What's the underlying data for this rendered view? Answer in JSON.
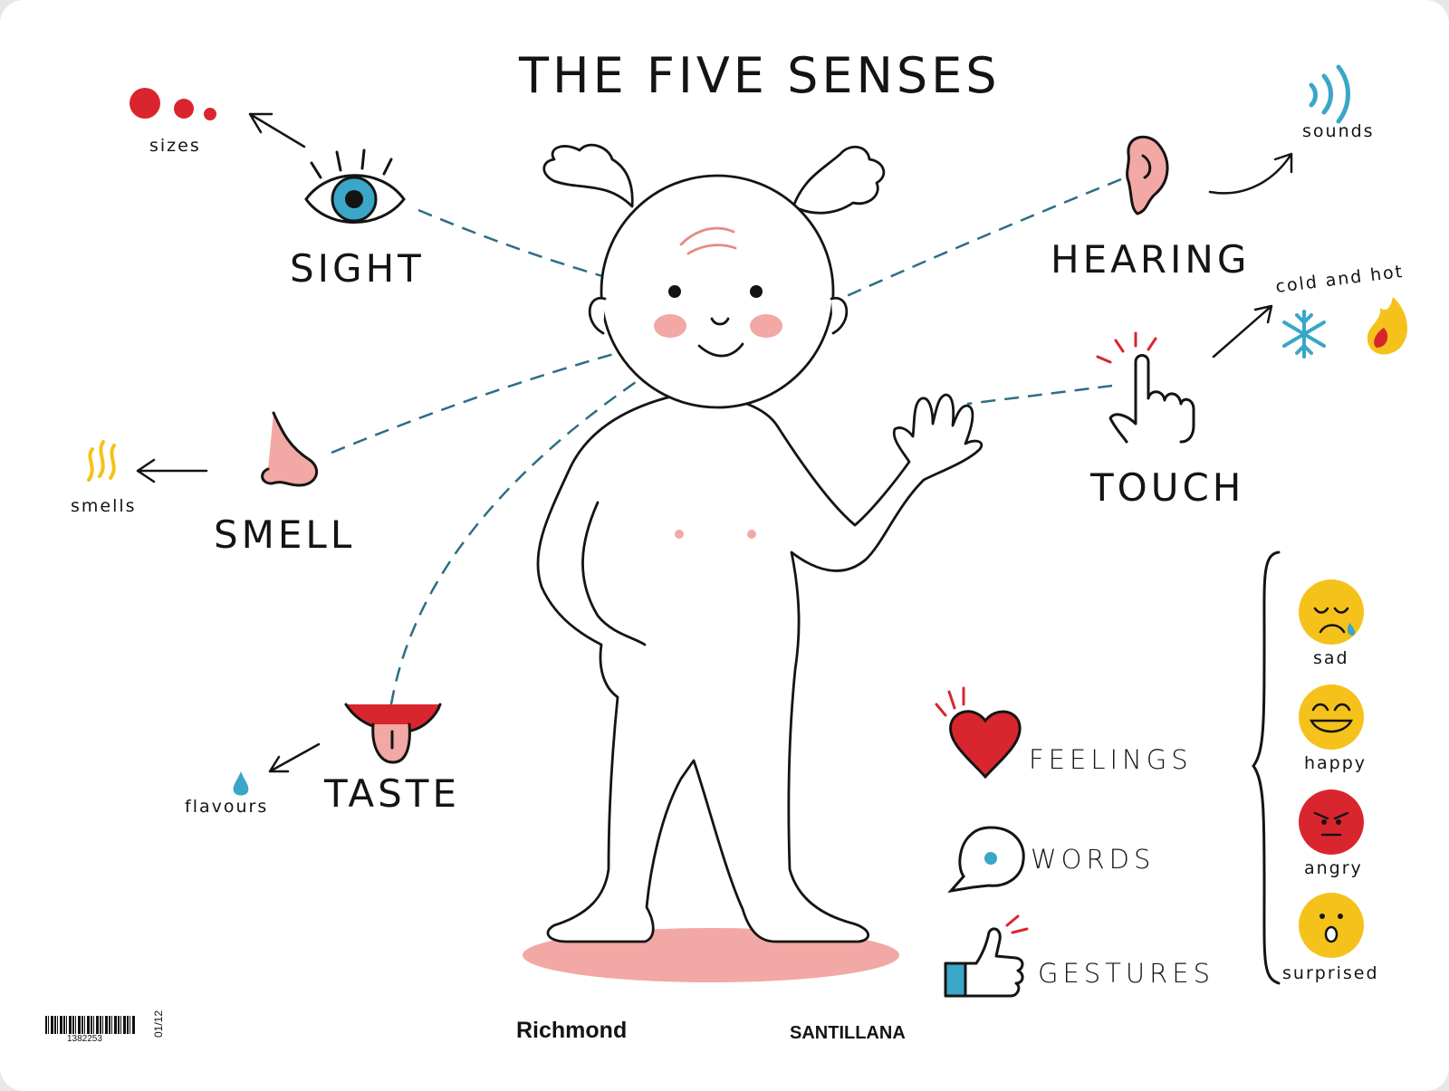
{
  "title": "THE FIVE SENSES",
  "senses": {
    "sight": {
      "label": "SIGHT",
      "detail": "sizes"
    },
    "hearing": {
      "label": "HEARING",
      "detail": "sounds"
    },
    "smell": {
      "label": "SMELL",
      "detail": "smells"
    },
    "touch": {
      "label": "TOUCH",
      "detail": "cold and hot"
    },
    "taste": {
      "label": "TASTE",
      "detail": "flavours"
    }
  },
  "expression": {
    "feelings": "FEELINGS",
    "words": "WORDS",
    "gestures": "GESTURES"
  },
  "emotions": [
    "sad",
    "happy",
    "angry",
    "surprised"
  ],
  "footer": {
    "publisher1": "Richmond",
    "publisher2": "SANTILLANA",
    "barcode_number": "1382253",
    "edition": "01/12"
  },
  "colors": {
    "outline": "#141414",
    "skin_shade": "#f2a8a4",
    "red": "#d9262e",
    "blue": "#3aa6c8",
    "yellow": "#f5c21b",
    "dashed_line": "#2e6d86"
  }
}
